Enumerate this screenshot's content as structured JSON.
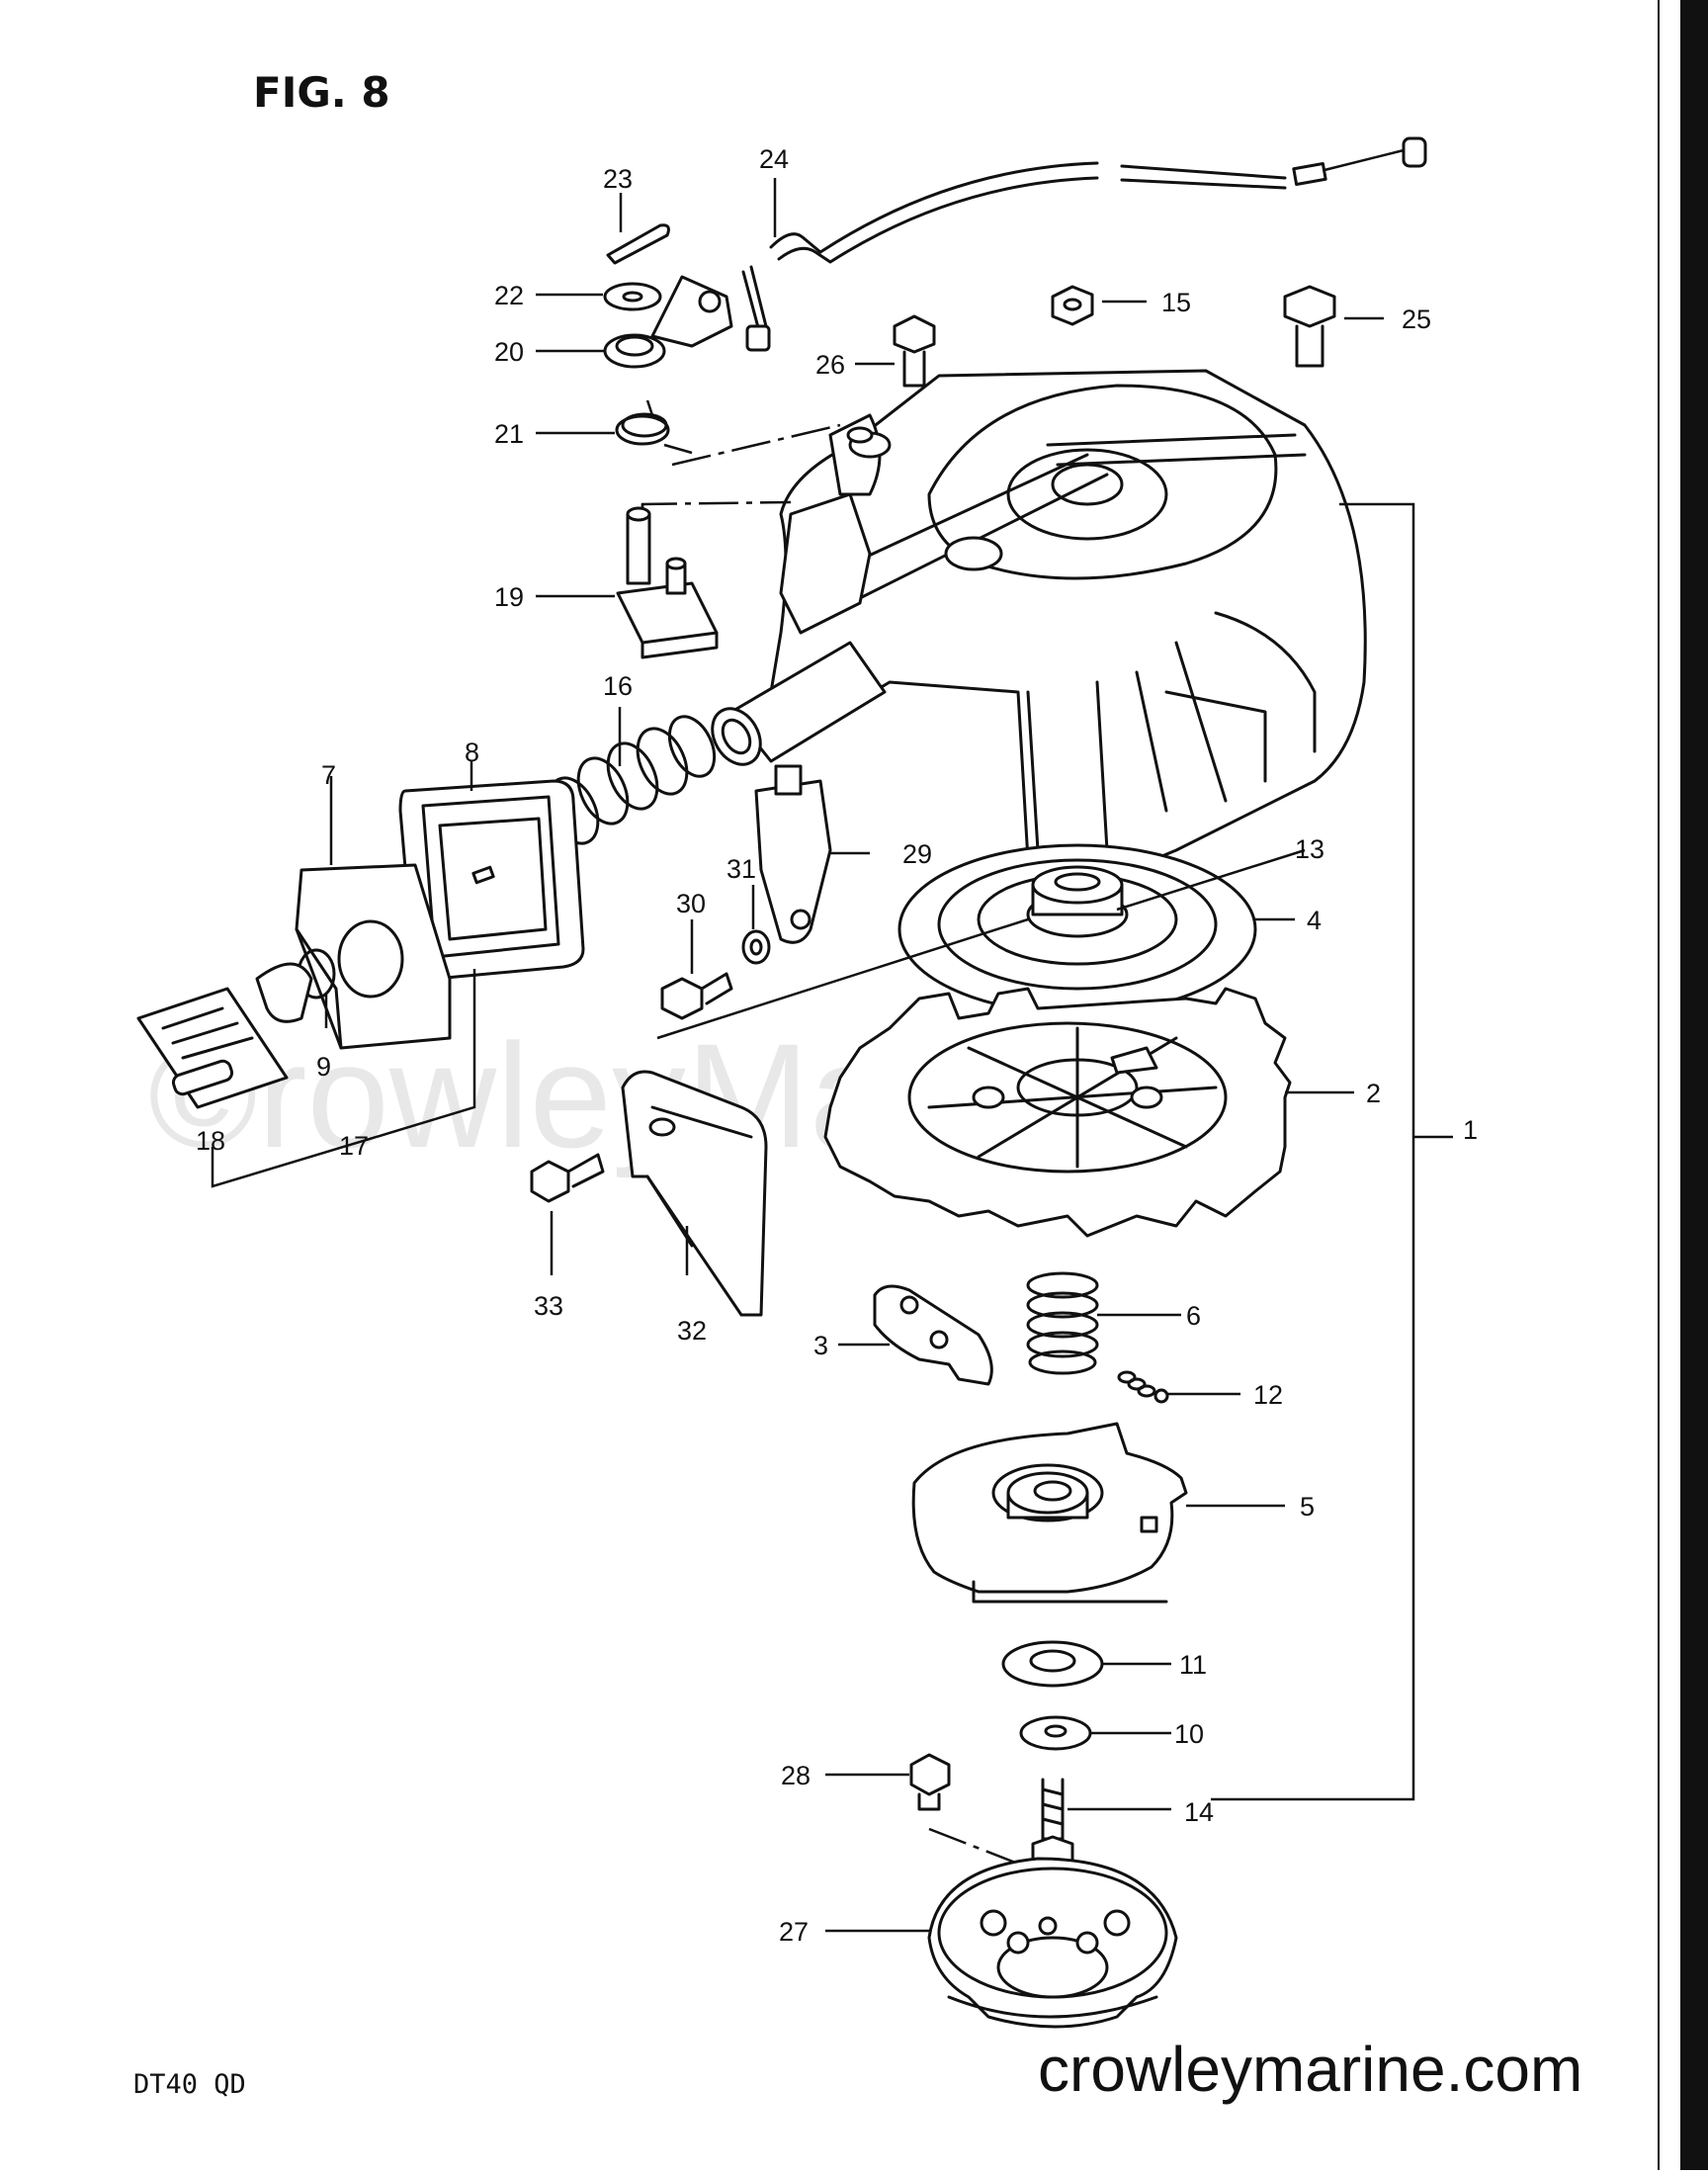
{
  "figure": {
    "title": "FIG. 8"
  },
  "watermark": "©rowleyMarine",
  "footer": {
    "model": "DT40 QD",
    "site": "crowleymarine.com"
  },
  "part_numbers": [
    "1",
    "2",
    "3",
    "4",
    "5",
    "6",
    "7",
    "8",
    "9",
    "10",
    "11",
    "12",
    "13",
    "14",
    "15",
    "16",
    "17",
    "18",
    "19",
    "20",
    "21",
    "22",
    "23",
    "24",
    "25",
    "26",
    "27",
    "28",
    "29",
    "30",
    "31",
    "32",
    "33"
  ]
}
